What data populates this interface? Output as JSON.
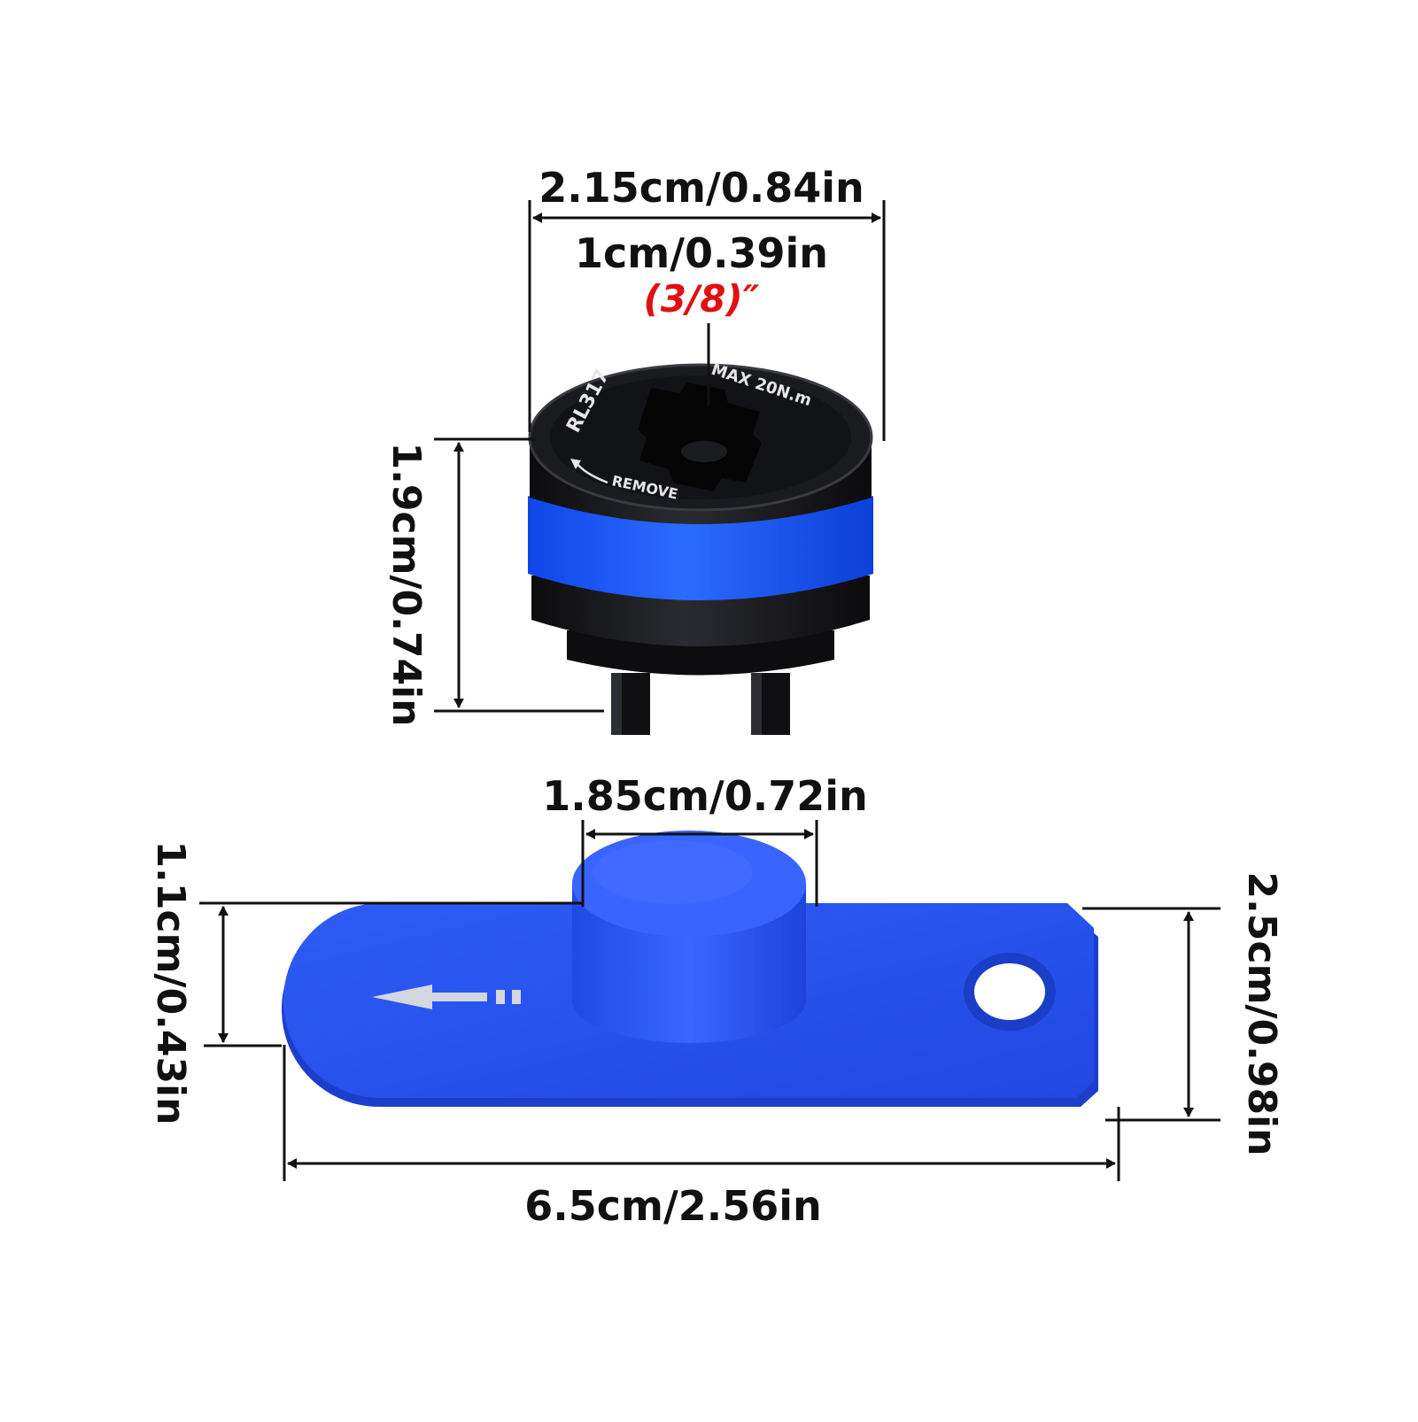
{
  "dimensions": {
    "socket_width": "2.15cm/0.84in",
    "socket_drive": "1cm/0.39in",
    "socket_drive_fraction": "(3/8)″",
    "socket_height": "1.9cm/0.74in",
    "boss_diameter": "1.85cm/0.72in",
    "boss_height": "1.1cm/0.43in",
    "plate_width": "2.5cm/0.98in",
    "plate_length": "6.5cm/2.56in"
  },
  "socket_markings": {
    "model": "RL317",
    "torque": "MAX 20N.m",
    "direction": "REMOVE"
  },
  "colors": {
    "dimension_text": "#111111",
    "fraction_text": "#e01010",
    "socket_body": "#151518",
    "socket_band": "#1d5cff",
    "plate": "#2a55f0",
    "arrow": "#cfd3de"
  }
}
